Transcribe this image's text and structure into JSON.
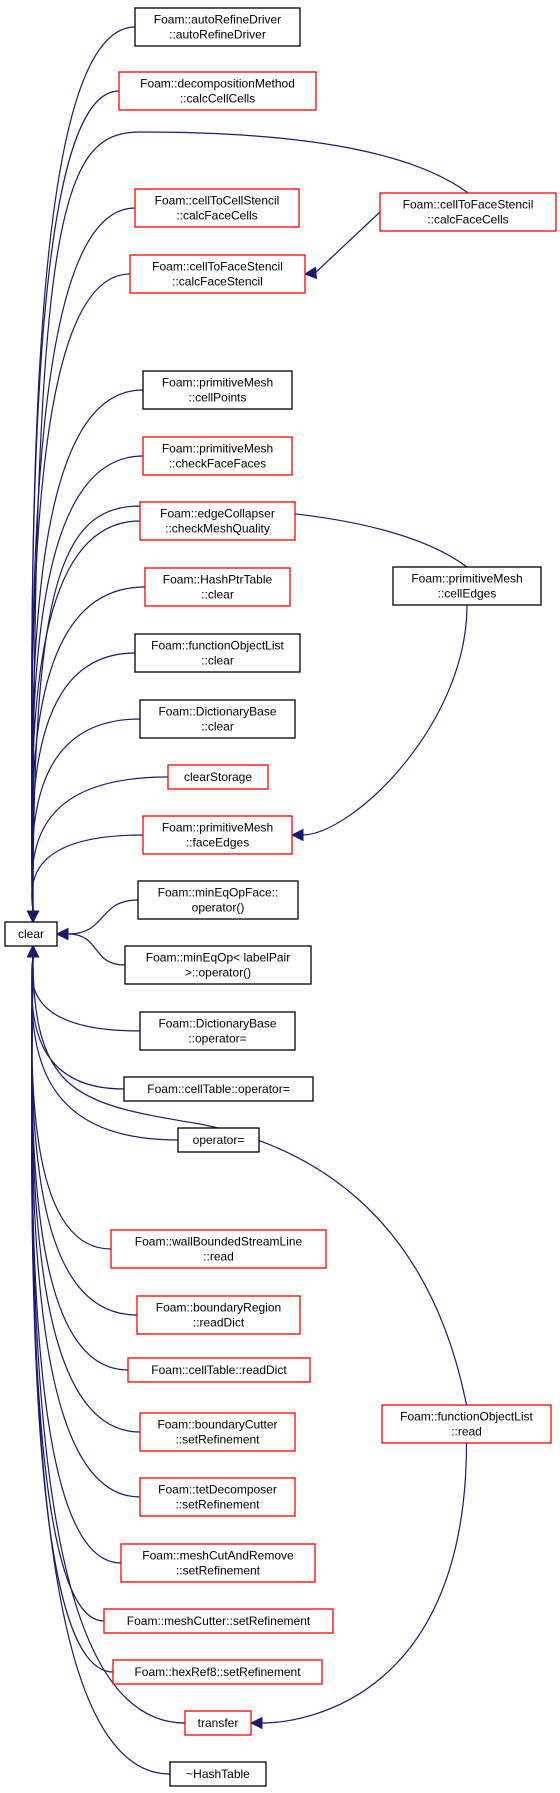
{
  "colors": {
    "edge": "#191970",
    "border_black": "#000000",
    "border_red": "#ff0000",
    "root_fill": "#bfbfbf"
  },
  "root": {
    "id": "clear",
    "lines": [
      "clear"
    ]
  },
  "nodes": [
    {
      "id": "autoRefineDriver",
      "lines": [
        "Foam::autoRefineDriver",
        "::autoRefineDriver"
      ],
      "border": "black"
    },
    {
      "id": "decompositionMethod",
      "lines": [
        "Foam::decompositionMethod",
        "::calcCellCells"
      ],
      "border": "red"
    },
    {
      "id": "cellToCellStencil",
      "lines": [
        "Foam::cellToCellStencil",
        "::calcFaceCells"
      ],
      "border": "red"
    },
    {
      "id": "cellToFaceStencil_stencil",
      "lines": [
        "Foam::cellToFaceStencil",
        "::calcFaceStencil"
      ],
      "border": "red"
    },
    {
      "id": "cellToFaceStencil_cells",
      "lines": [
        "Foam::cellToFaceStencil",
        "::calcFaceCells"
      ],
      "border": "red"
    },
    {
      "id": "cellPoints",
      "lines": [
        "Foam::primitiveMesh",
        "::cellPoints"
      ],
      "border": "black"
    },
    {
      "id": "checkFaceFaces",
      "lines": [
        "Foam::primitiveMesh",
        "::checkFaceFaces"
      ],
      "border": "red"
    },
    {
      "id": "checkMeshQuality",
      "lines": [
        "Foam::edgeCollapser",
        "::checkMeshQuality"
      ],
      "border": "red"
    },
    {
      "id": "hashPtrTableClear",
      "lines": [
        "Foam::HashPtrTable",
        "::clear"
      ],
      "border": "red"
    },
    {
      "id": "cellEdges",
      "lines": [
        "Foam::primitiveMesh",
        "::cellEdges"
      ],
      "border": "black"
    },
    {
      "id": "functionObjectListClear",
      "lines": [
        "Foam::functionObjectList",
        "::clear"
      ],
      "border": "black"
    },
    {
      "id": "dictionaryBaseClear",
      "lines": [
        "Foam::DictionaryBase",
        "::clear"
      ],
      "border": "black"
    },
    {
      "id": "clearStorage",
      "lines": [
        "clearStorage"
      ],
      "border": "red"
    },
    {
      "id": "faceEdges",
      "lines": [
        "Foam::primitiveMesh",
        "::faceEdges"
      ],
      "border": "red"
    },
    {
      "id": "minEqOpFace",
      "lines": [
        "Foam::minEqOpFace::",
        "operator()"
      ],
      "border": "black"
    },
    {
      "id": "minEqOpLabelPair",
      "lines": [
        "Foam::minEqOp< labelPair",
        ">::operator()"
      ],
      "border": "black"
    },
    {
      "id": "dictionaryBaseAssign",
      "lines": [
        "Foam::DictionaryBase",
        "::operator="
      ],
      "border": "black"
    },
    {
      "id": "cellTableAssign",
      "lines": [
        "Foam::cellTable::operator="
      ],
      "border": "black"
    },
    {
      "id": "operatorAssign",
      "lines": [
        "operator="
      ],
      "border": "black"
    },
    {
      "id": "wallBoundedStreamLine",
      "lines": [
        "Foam::wallBoundedStreamLine",
        "::read"
      ],
      "border": "red"
    },
    {
      "id": "boundaryRegion",
      "lines": [
        "Foam::boundaryRegion",
        "::readDict"
      ],
      "border": "red"
    },
    {
      "id": "cellTableReadDict",
      "lines": [
        "Foam::cellTable::readDict"
      ],
      "border": "red"
    },
    {
      "id": "boundaryCutter",
      "lines": [
        "Foam::boundaryCutter",
        "::setRefinement"
      ],
      "border": "red"
    },
    {
      "id": "functionObjectListRead",
      "lines": [
        "Foam::functionObjectList",
        "::read"
      ],
      "border": "red"
    },
    {
      "id": "tetDecomposer",
      "lines": [
        "Foam::tetDecomposer",
        "::setRefinement"
      ],
      "border": "red"
    },
    {
      "id": "meshCutAndRemove",
      "lines": [
        "Foam::meshCutAndRemove",
        "::setRefinement"
      ],
      "border": "red"
    },
    {
      "id": "meshCutter",
      "lines": [
        "Foam::meshCutter::setRefinement"
      ],
      "border": "red"
    },
    {
      "id": "hexRef8",
      "lines": [
        "Foam::hexRef8::setRefinement"
      ],
      "border": "red"
    },
    {
      "id": "transfer",
      "lines": [
        "transfer"
      ],
      "border": "red"
    },
    {
      "id": "destructor",
      "lines": [
        "~HashTable"
      ],
      "border": "black"
    }
  ],
  "edges": [
    {
      "from": "autoRefineDriver",
      "to": "clear"
    },
    {
      "from": "decompositionMethod",
      "to": "clear"
    },
    {
      "from": "cellToFaceStencil_cells",
      "to": "clear"
    },
    {
      "from": "cellToCellStencil",
      "to": "clear"
    },
    {
      "from": "cellToFaceStencil_stencil",
      "to": "clear"
    },
    {
      "from": "cellToFaceStencil_cells",
      "to": "cellToFaceStencil_stencil"
    },
    {
      "from": "cellEdges",
      "to": "clear"
    },
    {
      "from": "cellPoints",
      "to": "clear"
    },
    {
      "from": "checkFaceFaces",
      "to": "clear"
    },
    {
      "from": "checkMeshQuality",
      "to": "clear"
    },
    {
      "from": "hashPtrTableClear",
      "to": "clear"
    },
    {
      "from": "functionObjectListClear",
      "to": "clear"
    },
    {
      "from": "dictionaryBaseClear",
      "to": "clear"
    },
    {
      "from": "clearStorage",
      "to": "clear"
    },
    {
      "from": "faceEdges",
      "to": "clear"
    },
    {
      "from": "cellEdges",
      "to": "faceEdges"
    },
    {
      "from": "minEqOpFace",
      "to": "clear"
    },
    {
      "from": "minEqOpLabelPair",
      "to": "clear"
    },
    {
      "from": "dictionaryBaseAssign",
      "to": "clear"
    },
    {
      "from": "cellTableAssign",
      "to": "clear"
    },
    {
      "from": "operatorAssign",
      "to": "clear"
    },
    {
      "from": "functionObjectListRead",
      "to": "clear"
    },
    {
      "from": "wallBoundedStreamLine",
      "to": "clear"
    },
    {
      "from": "boundaryRegion",
      "to": "clear"
    },
    {
      "from": "cellTableReadDict",
      "to": "clear"
    },
    {
      "from": "boundaryCutter",
      "to": "clear"
    },
    {
      "from": "tetDecomposer",
      "to": "clear"
    },
    {
      "from": "meshCutAndRemove",
      "to": "clear"
    },
    {
      "from": "meshCutter",
      "to": "clear"
    },
    {
      "from": "hexRef8",
      "to": "clear"
    },
    {
      "from": "transfer",
      "to": "clear"
    },
    {
      "from": "functionObjectListRead",
      "to": "transfer"
    },
    {
      "from": "destructor",
      "to": "clear"
    }
  ]
}
